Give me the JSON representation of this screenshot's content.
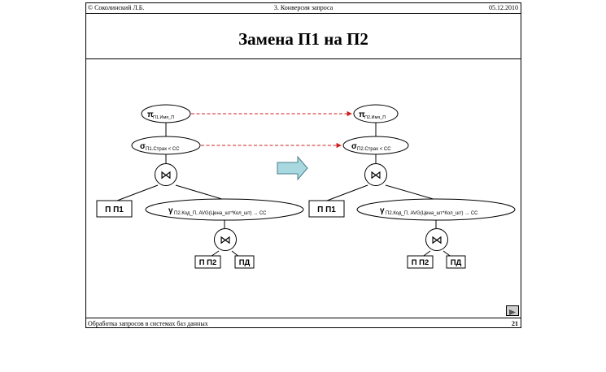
{
  "header": {
    "author": "© Соколинский Л.Б.",
    "section": "3. Конверсия запроса",
    "date": "05.12.2010"
  },
  "title": "Замена П1 на П2",
  "footer": {
    "course": "Обработка запросов в системах баз данных",
    "page": "21"
  },
  "left_tree": {
    "pi_symbol": "π",
    "pi_sub": "П1.Имя_П",
    "sigma_symbol": "σ",
    "sigma_sub": "П1.Страх < СС",
    "join_symbol": "⋈",
    "leaf_left": "П П1",
    "gamma_symbol": "γ",
    "gamma_sub": "П2.Код_П, AVG(Цена_шт*Кол_шт) → СС",
    "leaf_p2": "П П2",
    "leaf_pd": "ПД"
  },
  "right_tree": {
    "pi_symbol": "π",
    "pi_sub": "П2.Имя_П",
    "sigma_symbol": "σ",
    "sigma_sub": "П2.Страх < СС",
    "join_symbol": "⋈",
    "leaf_left": "П П1",
    "gamma_symbol": "γ",
    "gamma_sub": "П2.Код_П, AVG(Цена_шт*Кол_шт) → СС",
    "leaf_p2": "П П2",
    "leaf_pd": "ПД"
  },
  "colors": {
    "dashed_arrow": "#d02020",
    "big_arrow_fill": "#a8d8e0",
    "big_arrow_stroke": "#4a7f8a"
  },
  "icons": {
    "nav": "next-slide-icon"
  }
}
